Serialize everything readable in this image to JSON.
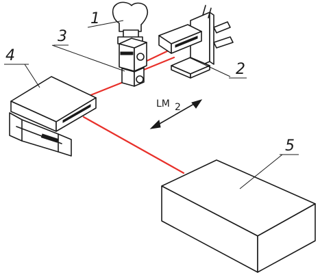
{
  "labels": {
    "part1": "1",
    "part2": "2",
    "part3": "3",
    "part4": "4",
    "part5": "5",
    "motion_label": "LM",
    "motion_subscript": "2"
  },
  "colors": {
    "laser_beam": "#e8302a",
    "line": "#1a1a1a"
  }
}
